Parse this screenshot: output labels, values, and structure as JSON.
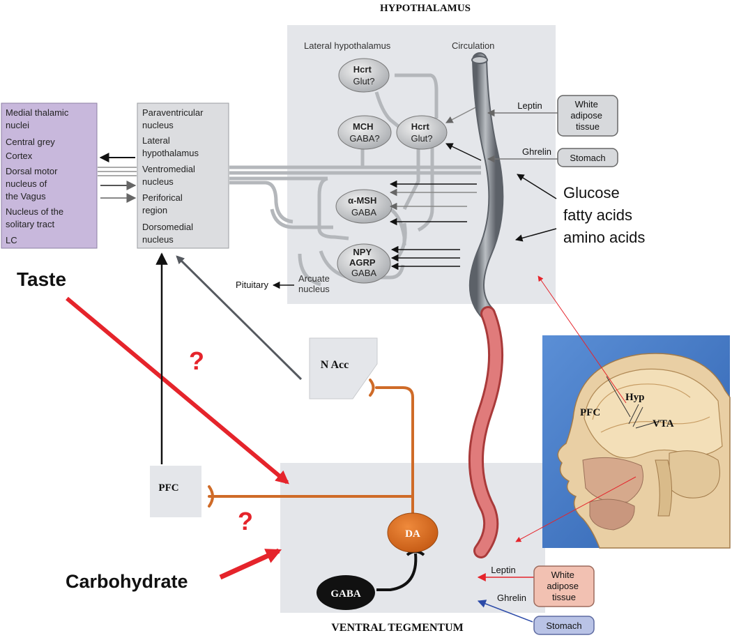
{
  "titles": {
    "top": "HYPOTHALAMUS",
    "bottom": "VENTRAL TEGMENTUM"
  },
  "hypothalamus_panel": {
    "lateral_label": "Lateral hypothalamus",
    "circulation_label": "Circulation",
    "arcuate_label": "Arcuate\nnucleus",
    "pituitary_label": "Pituitary"
  },
  "neurons": {
    "hcrt_top": [
      "Hcrt",
      "Glut?"
    ],
    "mch": [
      "MCH",
      "GABA?"
    ],
    "hcrt_mid": [
      "Hcrt",
      "Glut?"
    ],
    "amsh": [
      "α-MSH",
      "GABA"
    ],
    "npy": [
      "NPY",
      "AGRP",
      "GABA"
    ]
  },
  "left_box": {
    "items": [
      "Medial thalamic",
      "nuclei",
      "Central grey",
      "Cortex",
      "Dorsal motor",
      "nucleus of",
      "the Vagus",
      "Nucleus of the",
      "solitary tract",
      "LC"
    ]
  },
  "mid_box": {
    "items": [
      "Paraventricular",
      "nucleus",
      "Lateral",
      "hypothalamus",
      "Ventromedial",
      "nucleus",
      "Periforical",
      "region",
      "Dorsomedial",
      "nucleus"
    ]
  },
  "signals_top": {
    "leptin": "Leptin",
    "ghrelin": "Ghrelin",
    "white_adipose": [
      "White",
      "adipose",
      "tissue"
    ],
    "stomach": "Stomach",
    "nutrients": [
      "Glucose",
      "fatty acids",
      "amino acids"
    ]
  },
  "signals_bottom": {
    "leptin": "Leptin",
    "ghrelin": "Ghrelin",
    "white_adipose": [
      "White",
      "adipose",
      "tissue"
    ],
    "stomach": "Stomach"
  },
  "inputs": {
    "taste": "Taste",
    "carbohydrate": "Carbohydrate",
    "question_mark": "?"
  },
  "nodes": {
    "nacc": "N Acc",
    "pfc": "PFC",
    "da": "DA",
    "gaba": "GABA"
  },
  "brain_photo_labels": {
    "pfc": "PFC",
    "hyp": "Hyp",
    "vta": "VTA"
  },
  "colors": {
    "panel_grey": "#e4e6ea",
    "purple_box": "#c8b8dc",
    "red_arrow": "#e5242b",
    "orange_axon": "#cf6b28",
    "da_fill": "#d9691f",
    "vessel_red": "#d66060",
    "vessel_grey": "#8a8f96"
  }
}
